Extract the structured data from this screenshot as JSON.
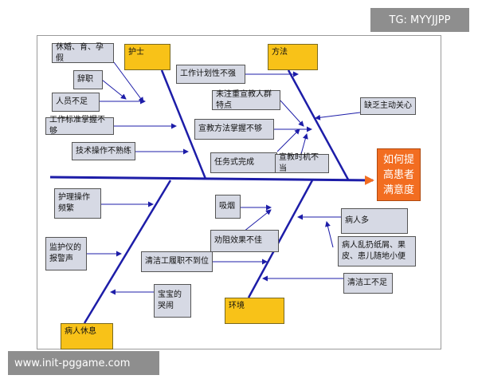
{
  "watermark_top": "TG: MYYJJPP",
  "watermark_bottom": "www.init-pggame.com",
  "head": "如何提高患者满意度",
  "categories": {
    "nurse": "护士",
    "method": "方法",
    "environment": "环境",
    "patient_rest": "病人休息"
  },
  "causes": {
    "leave": "休婚、育、孕假",
    "resign": "辞职",
    "staff_short": "人员不足",
    "standard": "工作标准掌握不够",
    "skill": "技术操作不熟练",
    "plan": "工作计划性不强",
    "features": "未注重宣教人群特点",
    "edu_method": "宣教方法掌握不够",
    "initiative": "缺乏主动关心",
    "task": "任务式完成",
    "timing": "宣教时机不当",
    "nursing_ops": "护理操作频繁",
    "smoking": "吸烟",
    "many_patients": "病人多",
    "monitor": "监护仪的报警声",
    "effect": "劝阻效果不佳",
    "litter": "病人乱扔纸屑、果皮、患儿随地小便",
    "cleaning_duty": "清洁工履职不到位",
    "baby": "宝宝的哭闹",
    "cleaner_short": "清洁工不足"
  }
}
